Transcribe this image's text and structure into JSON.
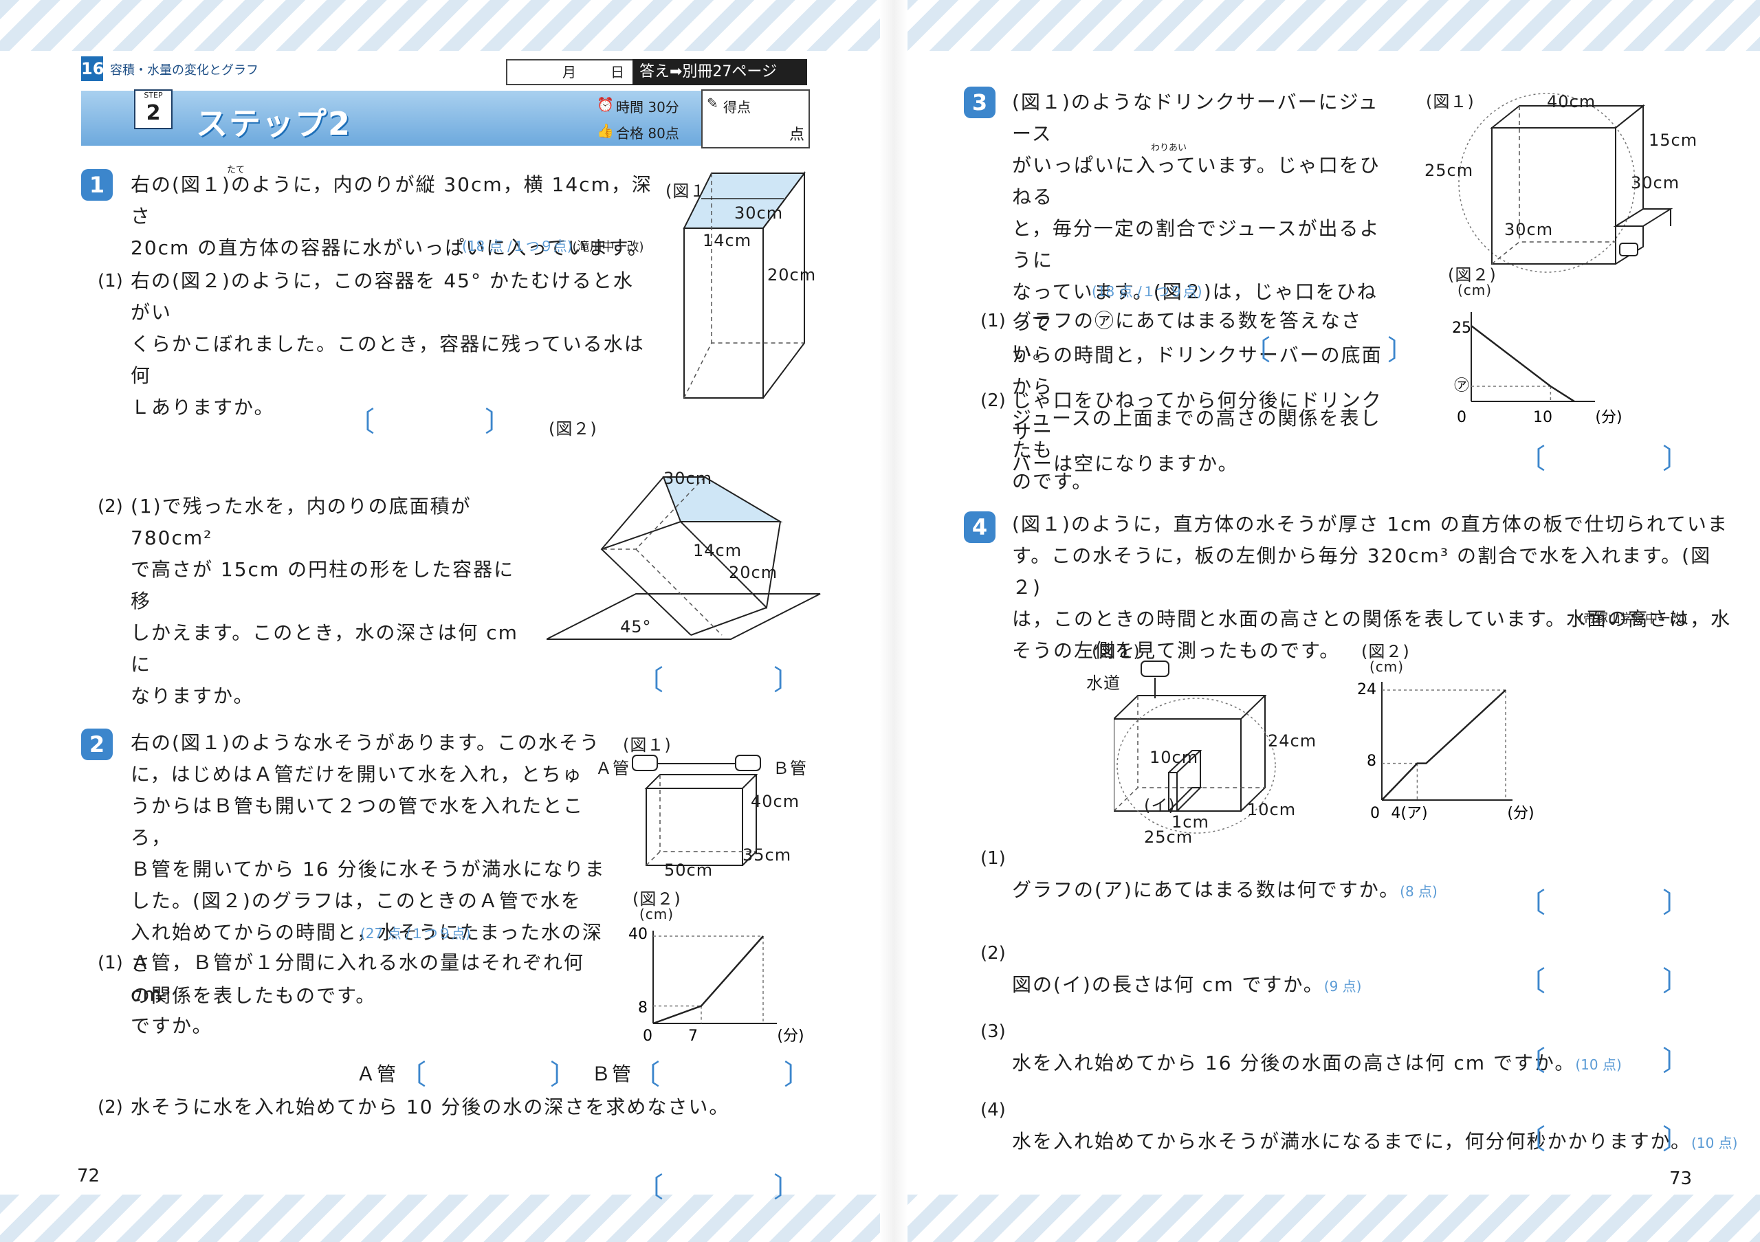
{
  "header": {
    "chapter_number": "16",
    "chapter_title": "容積・水量の変化とグラフ",
    "step_label": "STEP",
    "step_number": "2",
    "step_title": "ステップ2",
    "date_month": "月",
    "date_day": "日",
    "answer_ref": "答え➡別冊27ページ",
    "time": "時間 30分",
    "pass": "合格 80点",
    "score_label": "得点",
    "score_unit": "点"
  },
  "q1": {
    "number": "1",
    "text": "右の(図１)のように，内のりが縦 30cm，横 14cm，深さ\n20cm の直方体の容器に水がいっぱいに入っています。",
    "ruby": "たて",
    "points": "(18 点 /１つ９点)",
    "source": "(滝川中一改)",
    "sub1_no": "(1)",
    "sub1": "右の(図２)のように，この容器を 45° かたむけると水がい\nくらかこぼれました。このとき，容器に残っている水は何\nＬありますか。",
    "sub2_no": "(2)",
    "sub2": "(1)で残った水を，内のりの底面積が 780cm²\nで高さが 15cm の円柱の形をした容器に移\nしかえます。このとき，水の深さは何 cm に\nなりますか。",
    "fig1": {
      "label": "(図１)",
      "w": "30cm",
      "d": "14cm",
      "h": "20cm"
    },
    "fig2": {
      "label": "(図２)",
      "w": "30cm",
      "d": "14cm",
      "h": "20cm",
      "angle": "45°"
    }
  },
  "q2": {
    "number": "2",
    "text": "右の(図１)のような水そうがあります。この水そう\nに，はじめはＡ管だけを開いて水を入れ，とちゅ\nうからはＢ管も開いて２つの管で水を入れたところ，\nＢ管を開いてから 16 分後に水そうが満水になりま\nした。(図２)のグラフは，このときのＡ管で水を\n入れ始めてからの時間と，水そうにたまった水の深さ\nの関係を表したものです。",
    "points": "(27 点 /１つ９点)",
    "sub1_no": "(1)",
    "sub1": "Ａ管，Ｂ管が１分間に入れる水の量はそれぞれ何 cm³\nですか。",
    "answer_a_label": "Ａ管",
    "answer_b_label": "Ｂ管",
    "sub2_no": "(2)",
    "sub2": "水そうに水を入れ始めてから 10 分後の水の深さを求めなさい。",
    "fig1": {
      "label": "(図１)",
      "a": "Ａ管",
      "b": "Ｂ管",
      "h": "40cm",
      "w": "50cm",
      "d": "35cm"
    },
    "fig2": {
      "label": "(図２)",
      "unit": "(cm)",
      "y_top": "40",
      "y_mid": "8",
      "x0": "0",
      "x1": "7",
      "x_unit": "(分)"
    }
  },
  "q3": {
    "number": "3",
    "text": "(図１)のようなドリンクサーバーにジュース\nがいっぱいに入っています。じゃ口をひねる\nと，毎分一定の割合でジュースが出るように\nなっています。(図２)は，じゃ口をひねって\nからの時間と，ドリンクサーバーの底面から\nジュースの上面までの高さの関係を表したも\nのです。",
    "ruby": "わりあい",
    "points": "(18 点 /１つ９点)",
    "sub1_no": "(1)",
    "sub1": "グラフの㋐にあてはまる数を答えなさい。",
    "sub2_no": "(2)",
    "sub2": "じゃ口をひねってから何分後にドリンクサー\nバーは空になりますか。",
    "fig1": {
      "label": "(図１)",
      "w": "40cm",
      "small_h": "15cm",
      "h": "25cm",
      "small_d": "30cm",
      "d": "30cm"
    },
    "fig2": {
      "label": "(図２)",
      "unit": "(cm)",
      "y_top": "25",
      "y_mid": "㋐",
      "x0": "0",
      "x1": "10",
      "x_unit": "(分)"
    }
  },
  "q4": {
    "number": "4",
    "text": "(図１)のように，直方体の水そうが厚さ 1cm の直方体の板で仕切られていま\nす。この水そうに，板の左側から毎分 320cm³ の割合で水を入れます。(図２)\nは，このときの時間と水面の高さとの関係を表しています。水面の高さは，水\nそうの左側を見て測ったものです。",
    "source": "(帝塚山学院中一改)",
    "sub1_no": "(1)",
    "sub1": "グラフの(ア)にあてはまる数は何ですか。",
    "sub1_pts": "(8 点)",
    "sub2_no": "(2)",
    "sub2": "図の(イ)の長さは何 cm ですか。",
    "sub2_pts": "(9 点)",
    "sub3_no": "(3)",
    "sub3": "水を入れ始めてから 16 分後の水面の高さは何 cm ですか。",
    "sub3_pts": "(10 点)",
    "sub4_no": "(4)",
    "sub4": "水を入れ始めてから水そうが満水になるまでに，何分何秒かかりますか。",
    "sub4_pts": "(10 点)",
    "fig1": {
      "label": "(図１)",
      "tap": "水道",
      "plate_h": "10cm",
      "h": "24cm",
      "i": "(イ)",
      "thick": "1cm",
      "w": "25cm",
      "d": "10cm"
    },
    "fig2": {
      "label": "(図２)",
      "unit": "(cm)",
      "y_top": "24",
      "y_mid": "8",
      "x0": "0",
      "x1": "4(ア)",
      "x_unit": "(分)"
    }
  },
  "bracket": {
    "open": "〔",
    "close": "〕"
  },
  "page_left": "72",
  "page_right": "73",
  "chart_data": [
    {
      "type": "line",
      "title": "",
      "xlabel": "(分)",
      "ylabel": "(cm)",
      "x": [
        0,
        7,
        16
      ],
      "y": [
        0,
        8,
        40
      ],
      "ylim": [
        0,
        40
      ]
    },
    {
      "type": "line",
      "title": "",
      "xlabel": "(分)",
      "ylabel": "(cm)",
      "x": [
        0,
        10,
        13
      ],
      "y": [
        25,
        5,
        0
      ],
      "ylim": [
        0,
        25
      ]
    },
    {
      "type": "line",
      "title": "",
      "xlabel": "(分)",
      "ylabel": "(cm)",
      "x": [
        0,
        4,
        5,
        14
      ],
      "y": [
        0,
        8,
        8,
        24
      ],
      "ylim": [
        0,
        24
      ]
    }
  ]
}
